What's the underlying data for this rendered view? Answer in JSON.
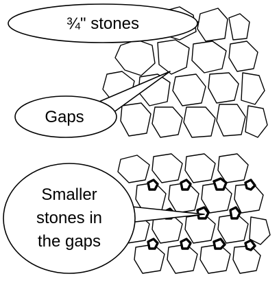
{
  "callouts": {
    "top": "¾\" stones",
    "middle": "Gaps",
    "bottom": {
      "line1": "Smaller",
      "line2": "stones in",
      "line3": "the gaps"
    }
  }
}
